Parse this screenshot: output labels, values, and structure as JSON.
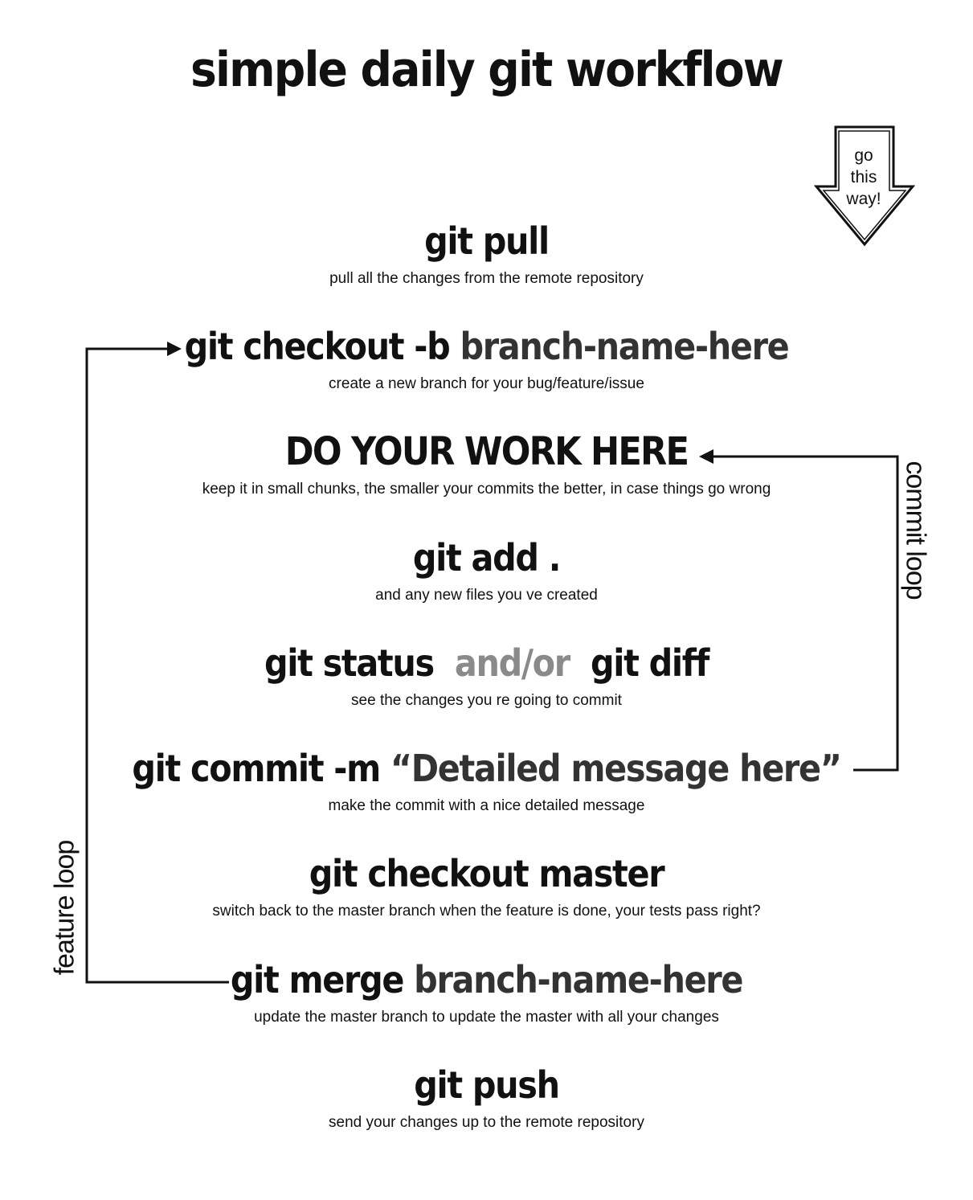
{
  "title": "simple daily git workflow",
  "direction_hint": {
    "line1": "go",
    "line2": "this",
    "line3": "way!"
  },
  "loops": {
    "commit_loop": "commit loop",
    "feature_loop": "feature loop"
  },
  "steps": [
    {
      "cmd": "git pull",
      "desc": "pull all the changes from the remote repository"
    },
    {
      "cmd": "git checkout -b ",
      "arg": "branch-name-here",
      "desc": "create a new branch for your bug/feature/issue"
    },
    {
      "cmd": "DO YOUR WORK HERE",
      "desc": "keep it in small chunks, the smaller your commits the better, in case things go wrong"
    },
    {
      "cmd": "git add .",
      "desc": "and any new files you ve created"
    },
    {
      "cmd": "git status",
      "sep": "and/or",
      "cmd2": "git diff",
      "desc": "see the changes you re going to commit"
    },
    {
      "cmd": "git commit -m ",
      "arg": "“Detailed message here”",
      "desc": "make the commit with a nice detailed message"
    },
    {
      "cmd": "git checkout master",
      "desc": "switch back to the master branch when the feature is done, your tests pass right?"
    },
    {
      "cmd": "git merge ",
      "arg": "branch-name-here",
      "desc": "update the master branch to update the master with all your changes"
    },
    {
      "cmd": "git push",
      "desc": "send your changes up to the remote repository"
    }
  ]
}
